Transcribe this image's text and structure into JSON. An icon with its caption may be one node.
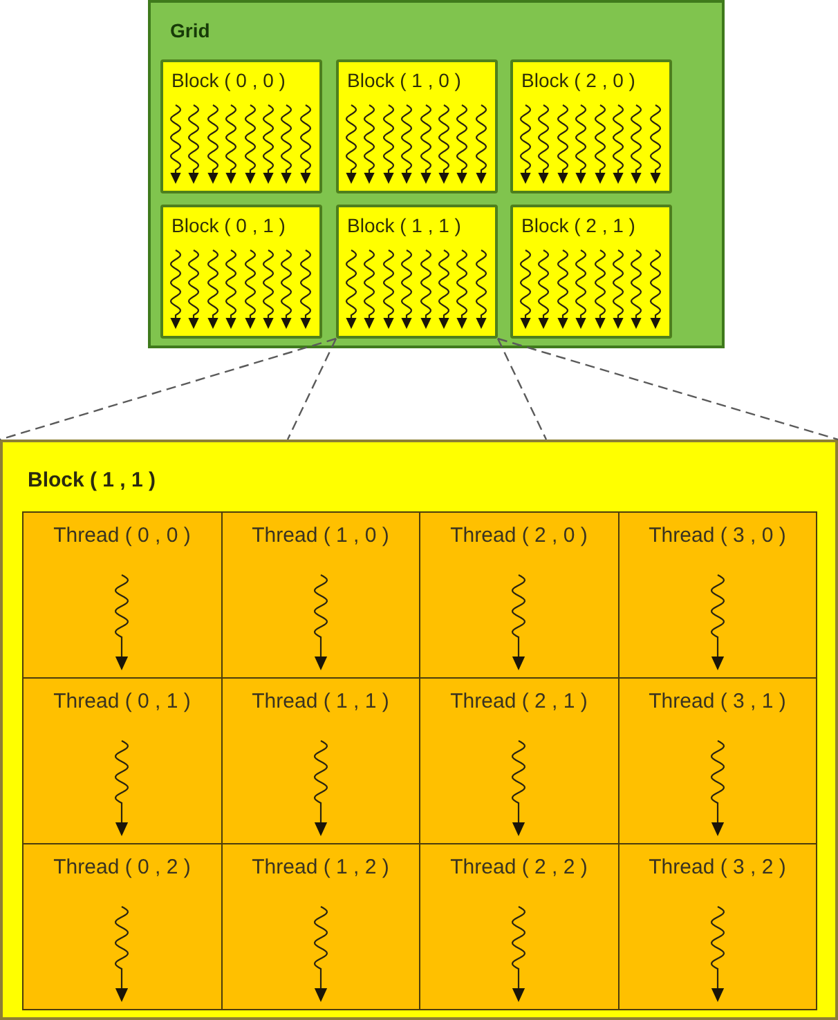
{
  "diagram": {
    "nodes": [
      {
        "text": [
          "Grid"
        ]
      },
      {
        "text": [
          "Block ( 0 , 0 )"
        ],
        "in": 0
      },
      {
        "text": [
          "Block ( 1 , 0 )"
        ],
        "in": 0
      },
      {
        "text": [
          "Block ( 2 , 0 )"
        ],
        "in": 0
      },
      {
        "text": [
          "Block ( 0 , 1 )"
        ],
        "in": 0
      },
      {
        "text": [
          "Block ( 1 , 1 )"
        ],
        "in": 0
      },
      {
        "text": [
          "Block ( 2 , 1 )"
        ],
        "in": 0
      },
      {
        "text": [
          "Block ( 1 , 1 )"
        ]
      },
      {
        "text": [
          "Thread ( 0 , 0 )"
        ],
        "in": 7
      },
      {
        "text": [
          "Thread ( 1 , 0 )"
        ],
        "in": 7
      },
      {
        "text": [
          "Thread ( 2 , 0 )"
        ],
        "in": 7
      },
      {
        "text": [
          "Thread ( 3 , 0 )"
        ],
        "in": 7
      },
      {
        "text": [
          "Thread ( 0 , 1 )"
        ],
        "in": 7
      },
      {
        "text": [
          "Thread ( 1 , 1 )"
        ],
        "in": 7
      },
      {
        "text": [
          "Thread ( 2 , 1 )"
        ],
        "in": 7
      },
      {
        "text": [
          "Thread ( 3 , 1 )"
        ],
        "in": 7
      },
      {
        "text": [
          "Thread ( 0 , 2 )"
        ],
        "in": 7
      },
      {
        "text": [
          "Thread ( 1 , 2 )"
        ],
        "in": 7
      },
      {
        "text": [
          "Thread ( 2 , 2 )"
        ],
        "in": 7
      },
      {
        "text": [
          "Thread ( 3 , 2 )"
        ],
        "in": 7
      }
    ],
    "edges": [
      {
        "from": 5,
        "to": 7,
        "arrow": "none",
        "style": "dashed"
      },
      {
        "from": 5,
        "to": 7,
        "arrow": "none",
        "style": "dashed"
      },
      {
        "from": 5,
        "to": 7,
        "arrow": "none",
        "style": "dashed"
      },
      {
        "from": 5,
        "to": 7,
        "arrow": "none",
        "style": "dashed"
      }
    ]
  }
}
